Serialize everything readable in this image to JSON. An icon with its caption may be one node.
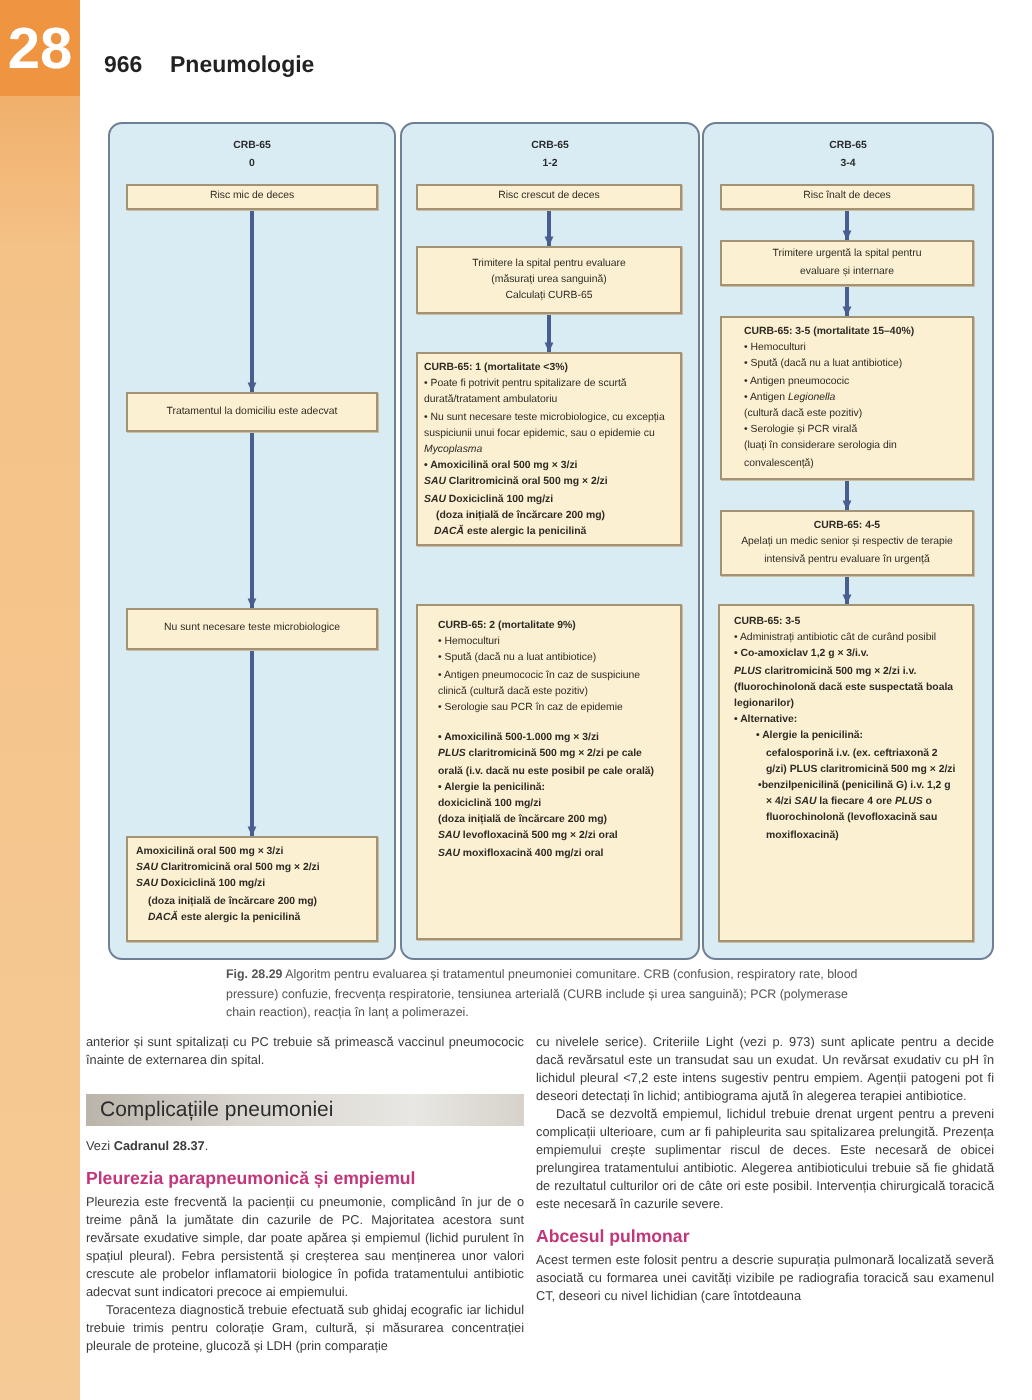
{
  "diagram": {
    "caption": "**Fig. 28.29** Algoritm pentru evaluarea și tratamentul pneumoniei comunitare. CRB (confusion, respiratory rate, blood pressure) confuzie, frecvența respiratorie, tensiunea arterială (CURB include și urea sanguină); PCR (polymerase chain reaction), reacția în lanț a polimerazei.",
    "nodes": [
      {
        "text": [
          "CRB-65",
          "0"
        ]
      },
      {
        "text": [
          "Risc mic de deces"
        ],
        "in": 0
      },
      {
        "text": [
          "Tratamentul la domiciliu este adecvat"
        ],
        "in": 0
      },
      {
        "text": [
          "Nu sunt necesare teste microbiologice"
        ],
        "in": 0
      },
      {
        "text": [
          "Amoxicilină oral 500 mg × 3/zi",
          "*SAU* Claritromicină oral 500 mg × 2/zi",
          "*SAU* Doxiciclină 100 mg/zi",
          "(doza inițială de încărcare 200 mg)",
          "*DACĂ* este alergic la penicilină"
        ],
        "in": 0
      },
      {
        "text": [
          "CRB-65",
          "1-2"
        ]
      },
      {
        "text": [
          "Risc crescut de deces"
        ],
        "in": 5
      },
      {
        "text": [
          "Trimitere la spital pentru evaluare (măsurați urea sanguină)",
          "Calculați CURB-65"
        ],
        "in": 5
      },
      {
        "text": [
          "CURB-65: 1 (mortalitate <3%)",
          "• Poate fi potrivit pentru spitalizare de scurtă durată/tratament ambulatoriu",
          "• Nu sunt necesare teste microbiologice, cu excepția suspiciunii unui focar epidemic, sau o epidemie cu *Mycoplasma*",
          "• Amoxicilină oral 500 mg × 3/zi",
          "*SAU* Claritromicină oral 500 mg × 2/zi",
          "*SAU* Doxiciclină 100 mg/zi",
          "(doza inițială de încărcare 200 mg)",
          "*DACĂ* este alergic la penicilină"
        ],
        "in": 5
      },
      {
        "text": [
          "CURB-65: 2 (mortalitate 9%)",
          "• Hemoculturi",
          "• Spută (dacă nu a luat antibiotice)",
          "• Antigen pneumococic în caz de suspiciune clinică (cultură dacă este pozitiv)",
          "• Serologie sau PCR în caz de epidemie",
          "• Amoxicilină 500-1.000 mg × 3/zi",
          "*PLUS* claritromicină 500 mg × 2/zi pe cale orală (i.v. dacă nu este posibil pe cale orală)",
          "• Alergie la penicilină:",
          "doxiciclină 100 mg/zi",
          "(doza inițială de încărcare 200 mg)",
          "*SAU* levofloxacină 500 mg × 2/zi oral",
          "*SAU* moxifloxacină 400 mg/zi oral"
        ],
        "in": 5
      },
      {
        "text": [
          "CRB-65",
          "3-4"
        ]
      },
      {
        "text": [
          "Risc înalt de deces"
        ],
        "in": 10
      },
      {
        "text": [
          "Trimitere urgentă la spital pentru evaluare și internare"
        ],
        "in": 10
      },
      {
        "text": [
          "CURB-65: 3-5 (mortalitate 15–40%)",
          "• Hemoculturi",
          "• Spută (dacă nu a luat antibiotice)",
          "• Antigen pneumococic",
          "• Antigen *Legionella*",
          "(cultură dacă este pozitiv)",
          "• Serologie și PCR virală",
          "(luați în considerare serologia din convalescență)"
        ],
        "in": 10
      },
      {
        "text": [
          "CURB-65: 4-5",
          "Apelați un medic senior și respectiv de terapie intensivă pentru evaluare în urgență"
        ],
        "in": 10
      },
      {
        "text": [
          "CURB-65: 3-5",
          "• Administrați antibiotic cât de curând posibil",
          "• Co-amoxiclav 1,2 g × 3/i.v.",
          "*PLUS* claritromicină 500 mg × 2/zi i.v.",
          "(fluorochinolonă dacă este suspectată boala legionarilor)",
          "• Alternative:",
          "• Alergie la penicilină:",
          "cefalosporină i.v. (ex. ceftriaxonă 2 g/zi) PLUS claritromicină 500 mg × 2/zi",
          "•benzilpenicilină (penicilină G) i.v. 1,2 g × 4/zi *SAU* la fiecare 4 ore *PLUS* o fluorochinolonă (levofloxacină sau moxifloxacină)"
        ],
        "in": 10
      }
    ],
    "edges": [
      {
        "from": 1,
        "to": 2,
        "arrow": "to"
      },
      {
        "from": 2,
        "to": 3,
        "arrow": "to"
      },
      {
        "from": 3,
        "to": 4,
        "arrow": "to"
      },
      {
        "from": 6,
        "to": 7,
        "arrow": "to"
      },
      {
        "from": 7,
        "to": 8,
        "arrow": "to"
      },
      {
        "from": 11,
        "to": 12,
        "arrow": "to"
      },
      {
        "from": 12,
        "to": 13,
        "arrow": "to"
      },
      {
        "from": 13,
        "to": 14,
        "arrow": "to"
      },
      {
        "from": 14,
        "to": 15,
        "arrow": "to"
      }
    ],
    "labels": [
      "28",
      "966",
      "Pneumologie",
      "anterior și sunt spitalizați cu PC trebuie să primească vaccinul pneumococic înainte de externarea din spital.",
      "Complicațiile pneumoniei",
      "Vezi **Cadranul 28.37**.",
      "Pleurezia parapneumonică și empiemul",
      "Pleurezia este frecventă la pacienții cu pneumonie, complicând în jur de o treime până la jumătate din cazurile de PC. Majoritatea acestora sunt revărsate exudative simple, dar poate apărea și empiemul (lichid purulent în spațiul pleural). Febra persistentă și creșterea sau menținerea unor valori crescute ale probelor inflamatorii biologice în pofida tratamentului antibiotic adecvat sunt indicatori precoce ai empiemului.",
      "Toracenteza diagnostică trebuie efectuată sub ghidaj ecografic iar lichidul trebuie trimis pentru colorație Gram, cultură, și măsurarea concentrației pleurale de proteine, glucoză și LDH (prin comparație",
      "cu nivelele serice). Criteriile Light (vezi p. 973) sunt aplicate pentru a decide dacă revărsatul este un transudat sau un exudat. Un revărsat exudativ cu pH în lichidul pleural <7,2 este intens sugestiv pentru empiem. Agenții patogeni pot fi deseori detectați în lichid; antibiograma ajută în alegerea terapiei antibiotice.",
      "Dacă se dezvoltă empiemul, lichidul trebuie drenat urgent pentru a preveni complicații ulterioare, cum ar fi pahipleurita sau spitalizarea prelungită. Prezența empiemului crește suplimentar riscul de deces. Este necesară de obicei prelungirea tratamentului antibiotic. Alegerea antibioticului trebuie să fie ghidată de rezultatul culturilor ori de câte ori este posibil. Intervenția chirurgicală toracică este necesară în cazurile severe.",
      "Abcesul pulmonar",
      "Acest termen este folosit pentru a descrie supurația pulmonară localizată severă asociată cu formarea unei cavități vizibile pe radiografia toracică sau examenul CT, deseori cu nivel lichidian (care întotdeauna"
    ]
  }
}
